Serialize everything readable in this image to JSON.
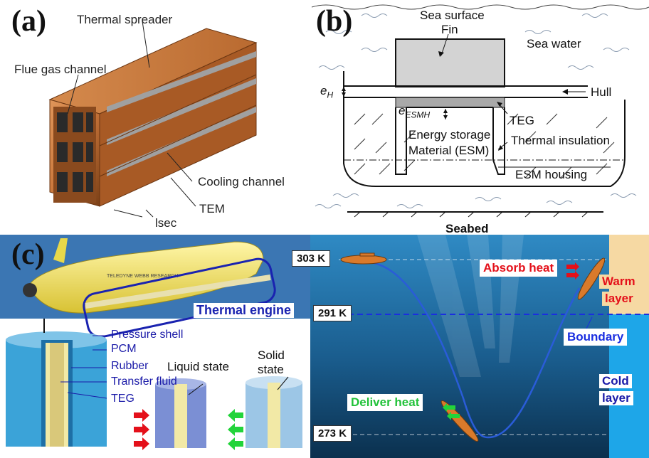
{
  "panel_a": {
    "tag": "(a)",
    "labels": {
      "thermal_spreader": "Thermal spreader",
      "flue_gas_channel": "Flue gas channel",
      "cooling_channel": "Cooling channel",
      "tem": "TEM",
      "lsec": "lsec"
    },
    "colors": {
      "copper": "#c8753a",
      "copper_dark": "#8a4a1e",
      "module_gray": "#9a9a9a"
    }
  },
  "panel_b": {
    "tag": "(b)",
    "labels": {
      "sea_surface": "Sea surface",
      "fin": "Fin",
      "sea_water": "Sea water",
      "e_h": "e",
      "e_h_sub": "H",
      "hull": "Hull",
      "e_esmh": "e",
      "e_esmh_sub": "ESMH",
      "teg": "TEG",
      "esm_line1": "Energy storage",
      "esm_line2": "Material (ESM)",
      "thermal_insulation": "Thermal insulation",
      "esm_housing": "ESM housing",
      "seabed": "Seabed"
    },
    "colors": {
      "fin": "#d3d3d3",
      "teg": "#a9a9a9",
      "wave": "#8a9bb0"
    }
  },
  "panel_c": {
    "tag": "(c)",
    "labels": {
      "thermal_engine": "Thermal engine",
      "pressure_shell": "Pressure shell",
      "pcm": "PCM",
      "rubber": "Rubber",
      "transfer_fluid": "Transfer fluid",
      "teg": "TEG",
      "liquid_state": "Liquid state",
      "solid_state_1": "Solid",
      "solid_state_2": "state",
      "absorb_heat": "Absorb heat",
      "warm_layer_1": "Warm",
      "warm_layer_2": "layer",
      "boundary": "Boundary",
      "cold_layer_1": "Cold",
      "cold_layer_2": "layer",
      "deliver_heat": "Deliver heat",
      "glider_brand": "TELEDYNE WEBB RESEARCH"
    },
    "temperatures": {
      "t_top": "303 K",
      "t_boundary": "291 K",
      "t_bottom": "273 K"
    },
    "colors": {
      "ocean_top": "#2d84bd",
      "ocean_bottom": "#0c3a5c",
      "warm": "#f6d9a3",
      "cold": "#1ea6e8",
      "boundary": "#1a2ee0",
      "absorb": "#e4101a",
      "deliver": "#22d43a",
      "glider": "#f2e25a"
    }
  }
}
